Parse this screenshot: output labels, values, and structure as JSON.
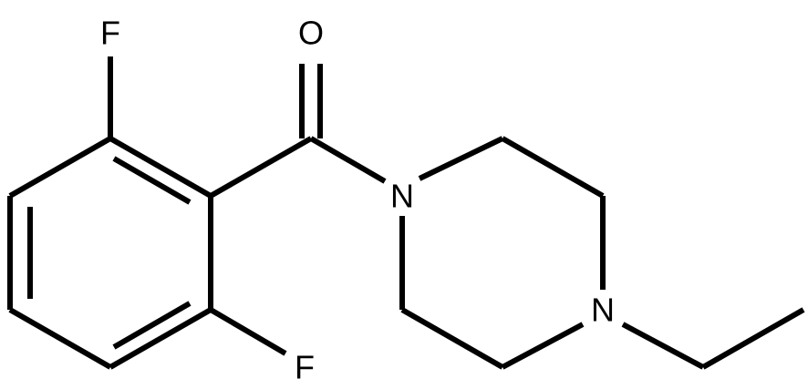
{
  "structure": {
    "atoms": {
      "F_top": "F",
      "F_bottom": "F",
      "O": "O",
      "N1": "N",
      "N4": "N"
    }
  }
}
